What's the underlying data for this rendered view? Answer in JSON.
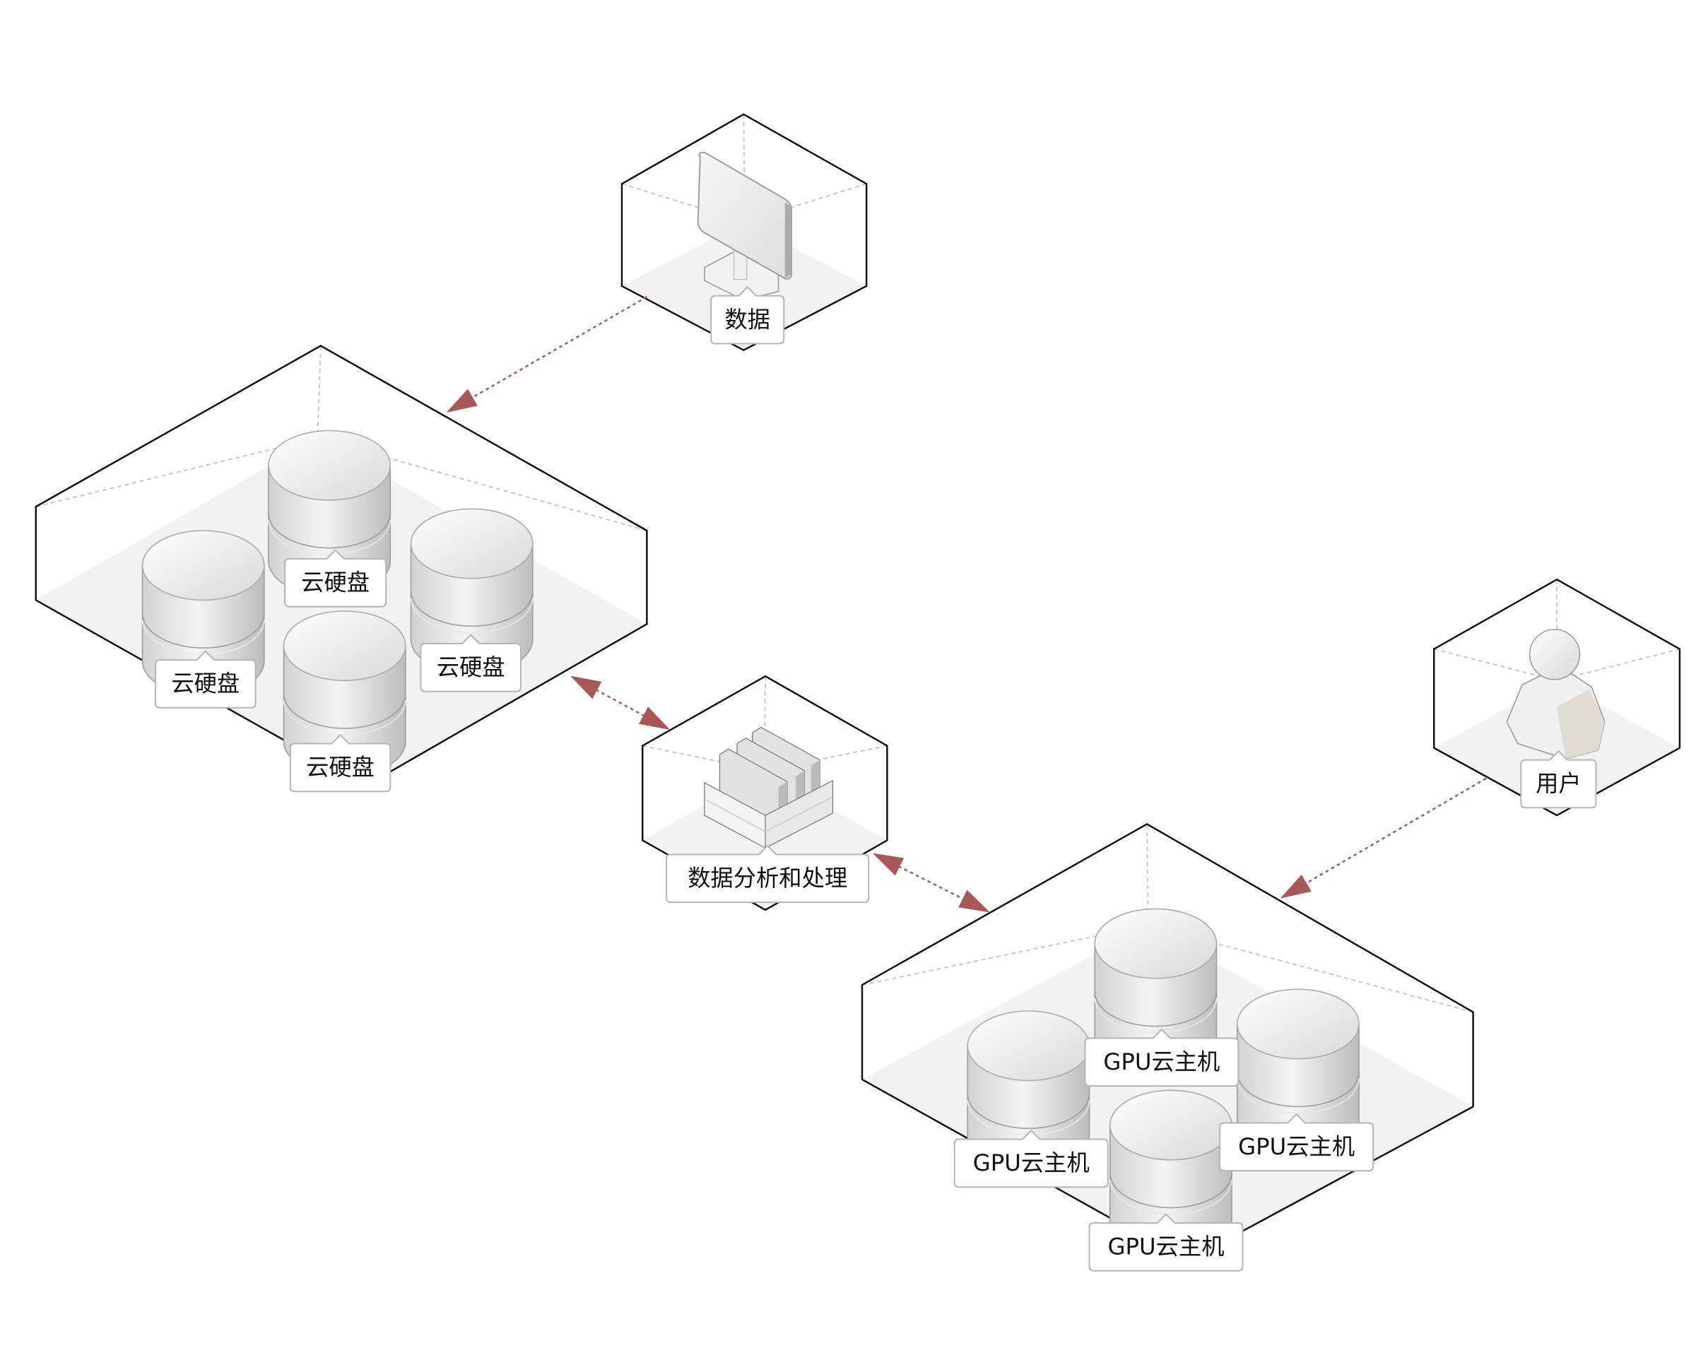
{
  "diagram": {
    "nodes": {
      "data_source": {
        "label": "数据",
        "icon": "monitor-icon"
      },
      "storage": {
        "labels": [
          "云硬盘",
          "云硬盘",
          "云硬盘",
          "云硬盘"
        ],
        "icon": "disk-icon"
      },
      "processing": {
        "label": "数据分析和处理",
        "icon": "server-rack-icon"
      },
      "user": {
        "label": "用户",
        "icon": "user-icon"
      },
      "gpu": {
        "labels": [
          "GPU云主机",
          "GPU云主机",
          "GPU云主机",
          "GPU云主机"
        ],
        "icon": "disk-icon"
      }
    },
    "edges": [
      {
        "from": "数据",
        "to": "云硬盘",
        "direction": "forward"
      },
      {
        "from": "云硬盘",
        "to": "数据分析和处理",
        "direction": "both"
      },
      {
        "from": "数据分析和处理",
        "to": "GPU云主机",
        "direction": "both"
      },
      {
        "from": "用户",
        "to": "GPU云主机",
        "direction": "forward"
      }
    ],
    "colors": {
      "arrow": "#a85858",
      "box": "#111111",
      "floor": "#f1f1f1",
      "dashed": "#c8c8c8"
    }
  }
}
